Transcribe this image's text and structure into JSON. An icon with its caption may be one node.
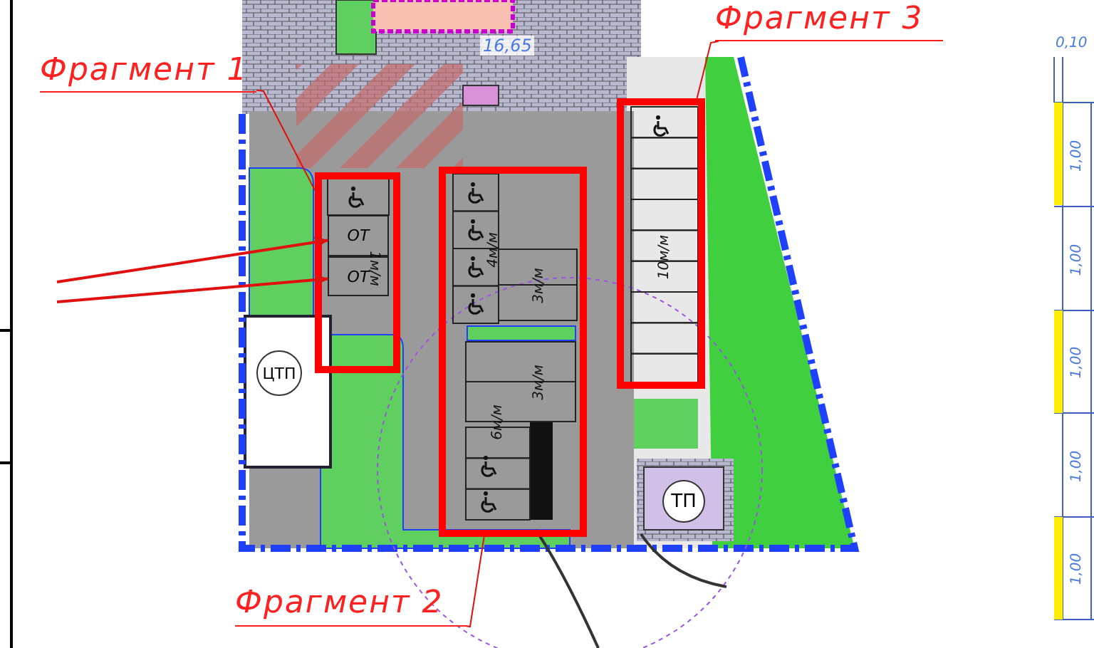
{
  "diagram": {
    "nodes": [
      {
        "text": [
          "Фрагмент 1"
        ]
      },
      {
        "text": [],
        "shape": "box"
      },
      {
        "text": [
          "ОТ"
        ],
        "in": 1
      },
      {
        "text": [
          "ОТ"
        ],
        "in": 1
      },
      {
        "text": [
          "Фрагмент 2"
        ]
      },
      {
        "text": [],
        "shape": "box"
      },
      {
        "text": [
          "Фрагмент 3"
        ]
      },
      {
        "text": [],
        "shape": "box"
      },
      {
        "text": [
          "ЦТП"
        ]
      },
      {
        "text": [
          "ТП"
        ]
      }
    ],
    "edges": [
      {
        "from": null,
        "to": 2,
        "arrow": "to"
      },
      {
        "from": null,
        "to": 3,
        "arrow": "to"
      },
      {
        "from": 0,
        "to": 1,
        "arrow": "none"
      },
      {
        "from": 4,
        "to": 5,
        "arrow": "none"
      },
      {
        "from": 6,
        "to": 7,
        "arrow": "none"
      }
    ],
    "labels": [
      "16,65",
      "1м/м",
      "4м/м",
      "3м/м",
      "3м/м",
      "6м/м",
      "10м/м",
      "0,10",
      "1,00",
      "1,00",
      "1,00",
      "1,00",
      "1,00"
    ]
  }
}
